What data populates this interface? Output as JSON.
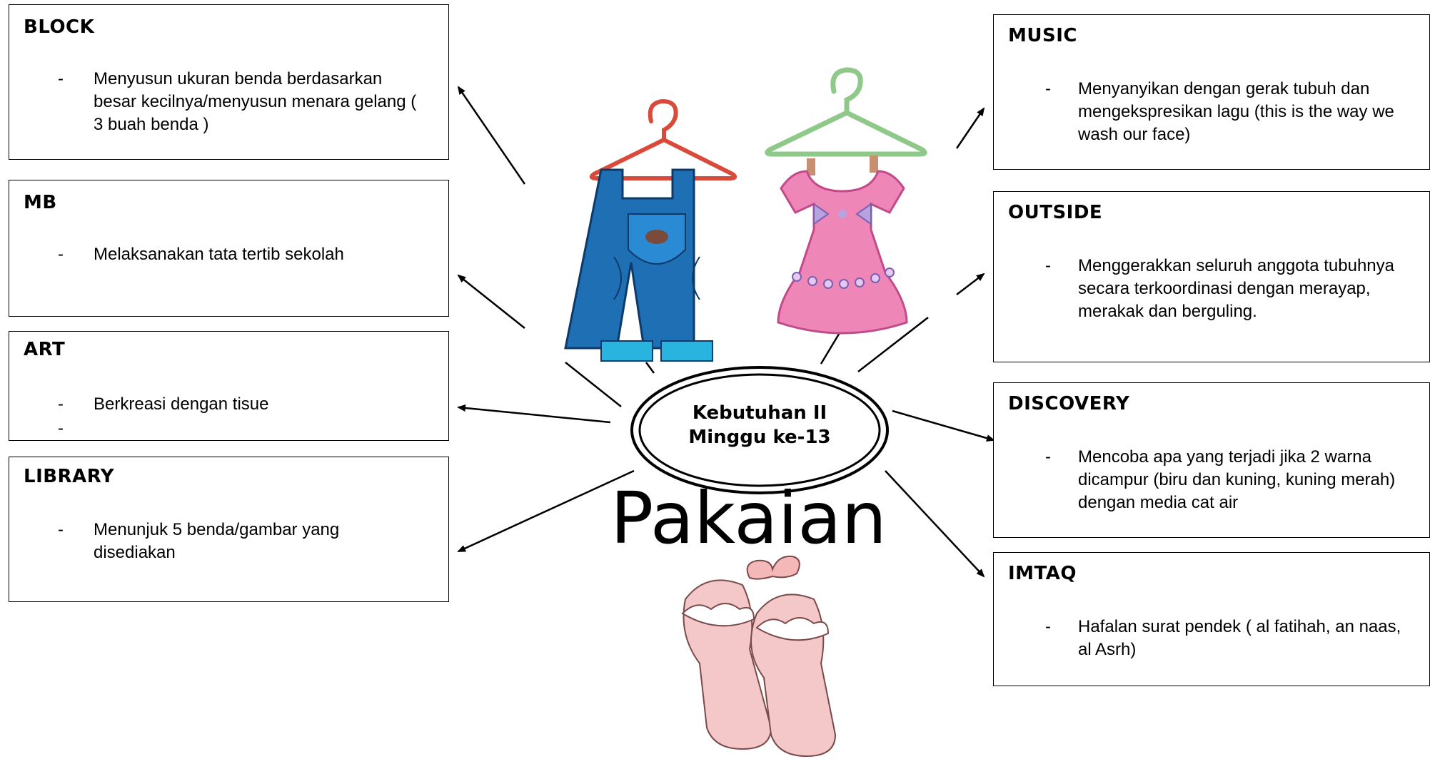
{
  "center": {
    "line1": "Kebutuhan II",
    "line2": "Minggu ke-13"
  },
  "title": "Pakaian",
  "boxes": {
    "block": {
      "title": "BLOCK",
      "item": "Menyusun ukuran benda berdasarkan besar kecilnya/menyusun menara gelang ( 3 buah benda )"
    },
    "mb": {
      "title": "MB",
      "item": "Melaksanakan tata tertib sekolah"
    },
    "art": {
      "title": "ART",
      "item": "Berkreasi dengan tisue"
    },
    "library": {
      "title": "LIBRARY",
      "item": "Menunjuk 5 benda/gambar yang disediakan"
    },
    "music": {
      "title": "MUSIC",
      "item": "Menyanyikan dengan gerak tubuh dan mengekspresikan lagu  (this is the way we wash our face)"
    },
    "outside": {
      "title": "OUTSIDE",
      "item": "Menggerakkan seluruh anggota tubuhnya secara terkoordinasi dengan merayap, merakak dan berguling."
    },
    "discovery": {
      "title": "DISCOVERY",
      "item": "Mencoba apa yang terjadi jika 2 warna dicampur (biru dan kuning, kuning merah) dengan media cat air"
    },
    "imtaq": {
      "title": "IMTAQ",
      "item": "Hafalan surat pendek ( al fatihah, an naas, al Asrh)"
    }
  },
  "dash": "-",
  "illustrations": [
    "overalls-hanger-icon",
    "dress-hanger-icon",
    "baby-booties-icon"
  ],
  "colors": {
    "overalls": "#1f6fb5",
    "dress": "#ee86b8",
    "hanger_red": "#d94a3a",
    "hanger_green": "#8fc98a",
    "booties": "#f4b8b8"
  }
}
